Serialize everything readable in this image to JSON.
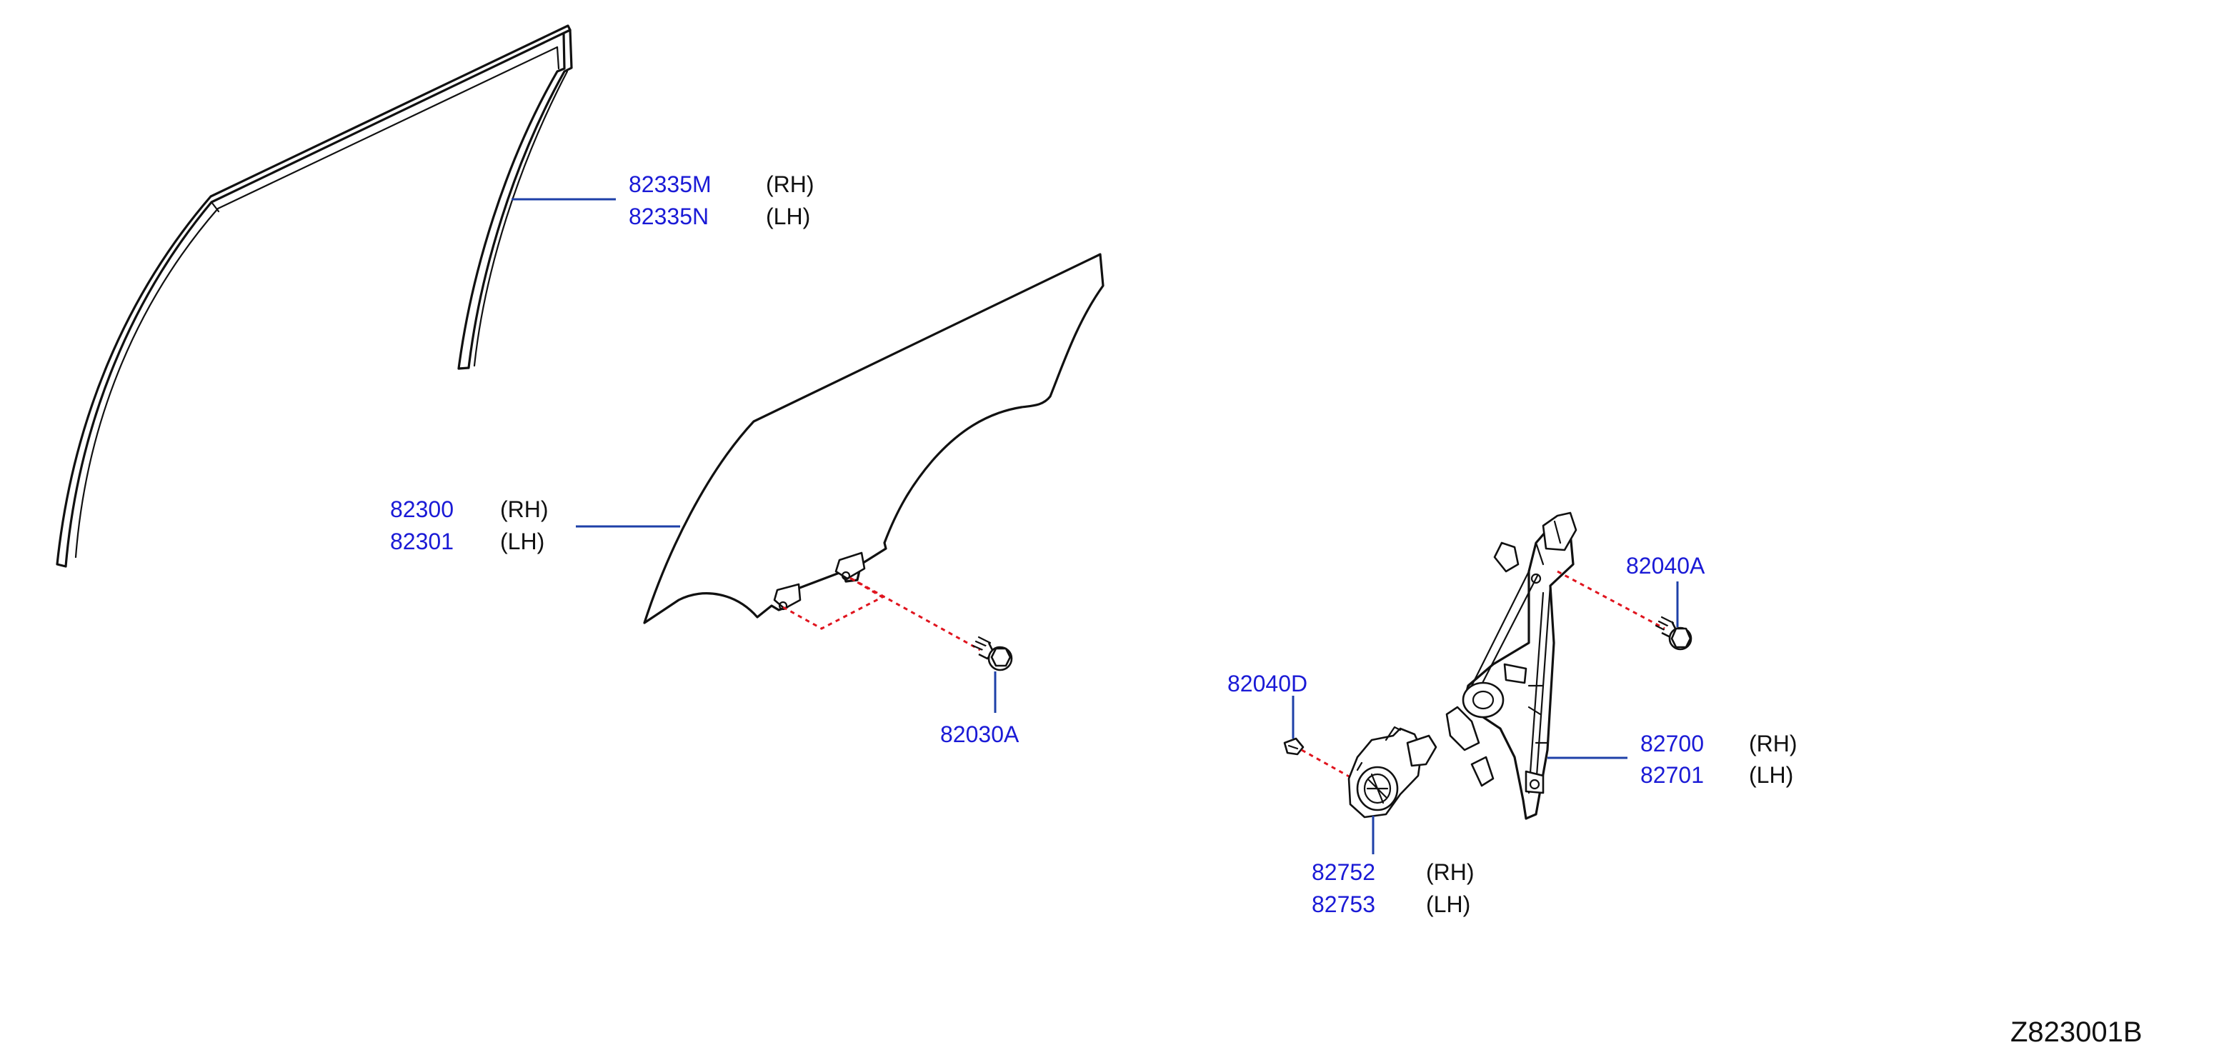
{
  "callouts": {
    "sash": {
      "rh_part": "82335M",
      "lh_part": "82335N",
      "rh_tag": "(RH)",
      "lh_tag": "(LH)"
    },
    "glass": {
      "rh_part": "82300",
      "lh_part": "82301",
      "rh_tag": "(RH)",
      "lh_tag": "(LH)"
    },
    "glass_bolt": {
      "part": "82030A"
    },
    "regulator_bolt": {
      "part": "82040A"
    },
    "motor_screw": {
      "part": "82040D"
    },
    "regulator": {
      "rh_part": "82700",
      "lh_part": "82701",
      "rh_tag": "(RH)",
      "lh_tag": "(LH)"
    },
    "motor": {
      "rh_part": "82752",
      "lh_part": "82753",
      "rh_tag": "(RH)",
      "lh_tag": "(LH)"
    }
  },
  "diagram_code": "Z823001B",
  "colors": {
    "part_number": "#1a1ad6",
    "leader_line": "#1e40a8",
    "fastener_path": "#e0141e",
    "outline": "#111111"
  }
}
